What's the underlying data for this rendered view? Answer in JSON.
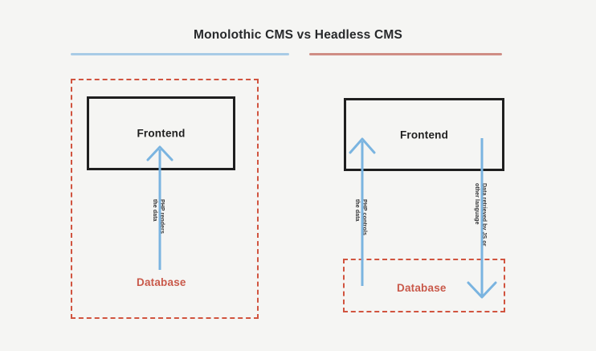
{
  "title": "Monolothic CMS vs Headless CMS",
  "colors": {
    "background": "#f5f5f3",
    "title_text": "#27292b",
    "rule_left": "#a8cbe6",
    "rule_right": "#cf8d84",
    "dashed_border": "#d1543f",
    "solid_border": "#1f1f1f",
    "database_text": "#c9594a",
    "arrow": "#7ab4e0",
    "caption_text": "#2f3032"
  },
  "diagrams": [
    {
      "id": "monolithic",
      "rule_color": "#a8cbe6",
      "database": {
        "label": "Database",
        "border_style": "dashed",
        "border_color": "#d1543f",
        "contains_frontend": true
      },
      "frontend": {
        "label": "Frontend",
        "border_style": "solid",
        "border_color": "#1f1f1f"
      },
      "arrows": [
        {
          "id": "php-renders",
          "direction": "up",
          "color": "#7ab4e0",
          "caption_lines": [
            "PHP renders",
            "the data"
          ],
          "from": "Database",
          "to": "Frontend"
        }
      ]
    },
    {
      "id": "headless",
      "rule_color": "#cf8d84",
      "database": {
        "label": "Database",
        "border_style": "dashed",
        "border_color": "#d1543f",
        "contains_frontend": false
      },
      "frontend": {
        "label": "Frontend",
        "border_style": "solid",
        "border_color": "#1f1f1f"
      },
      "arrows": [
        {
          "id": "php-controls",
          "direction": "up",
          "color": "#7ab4e0",
          "caption_lines": [
            "PHP controls",
            "the data"
          ],
          "from": "Database",
          "to": "Frontend"
        },
        {
          "id": "data-retrieved",
          "direction": "down",
          "color": "#7ab4e0",
          "caption_lines": [
            "Data retrieved by JS or",
            "other language"
          ],
          "from": "Frontend",
          "to": "Database"
        }
      ]
    }
  ]
}
